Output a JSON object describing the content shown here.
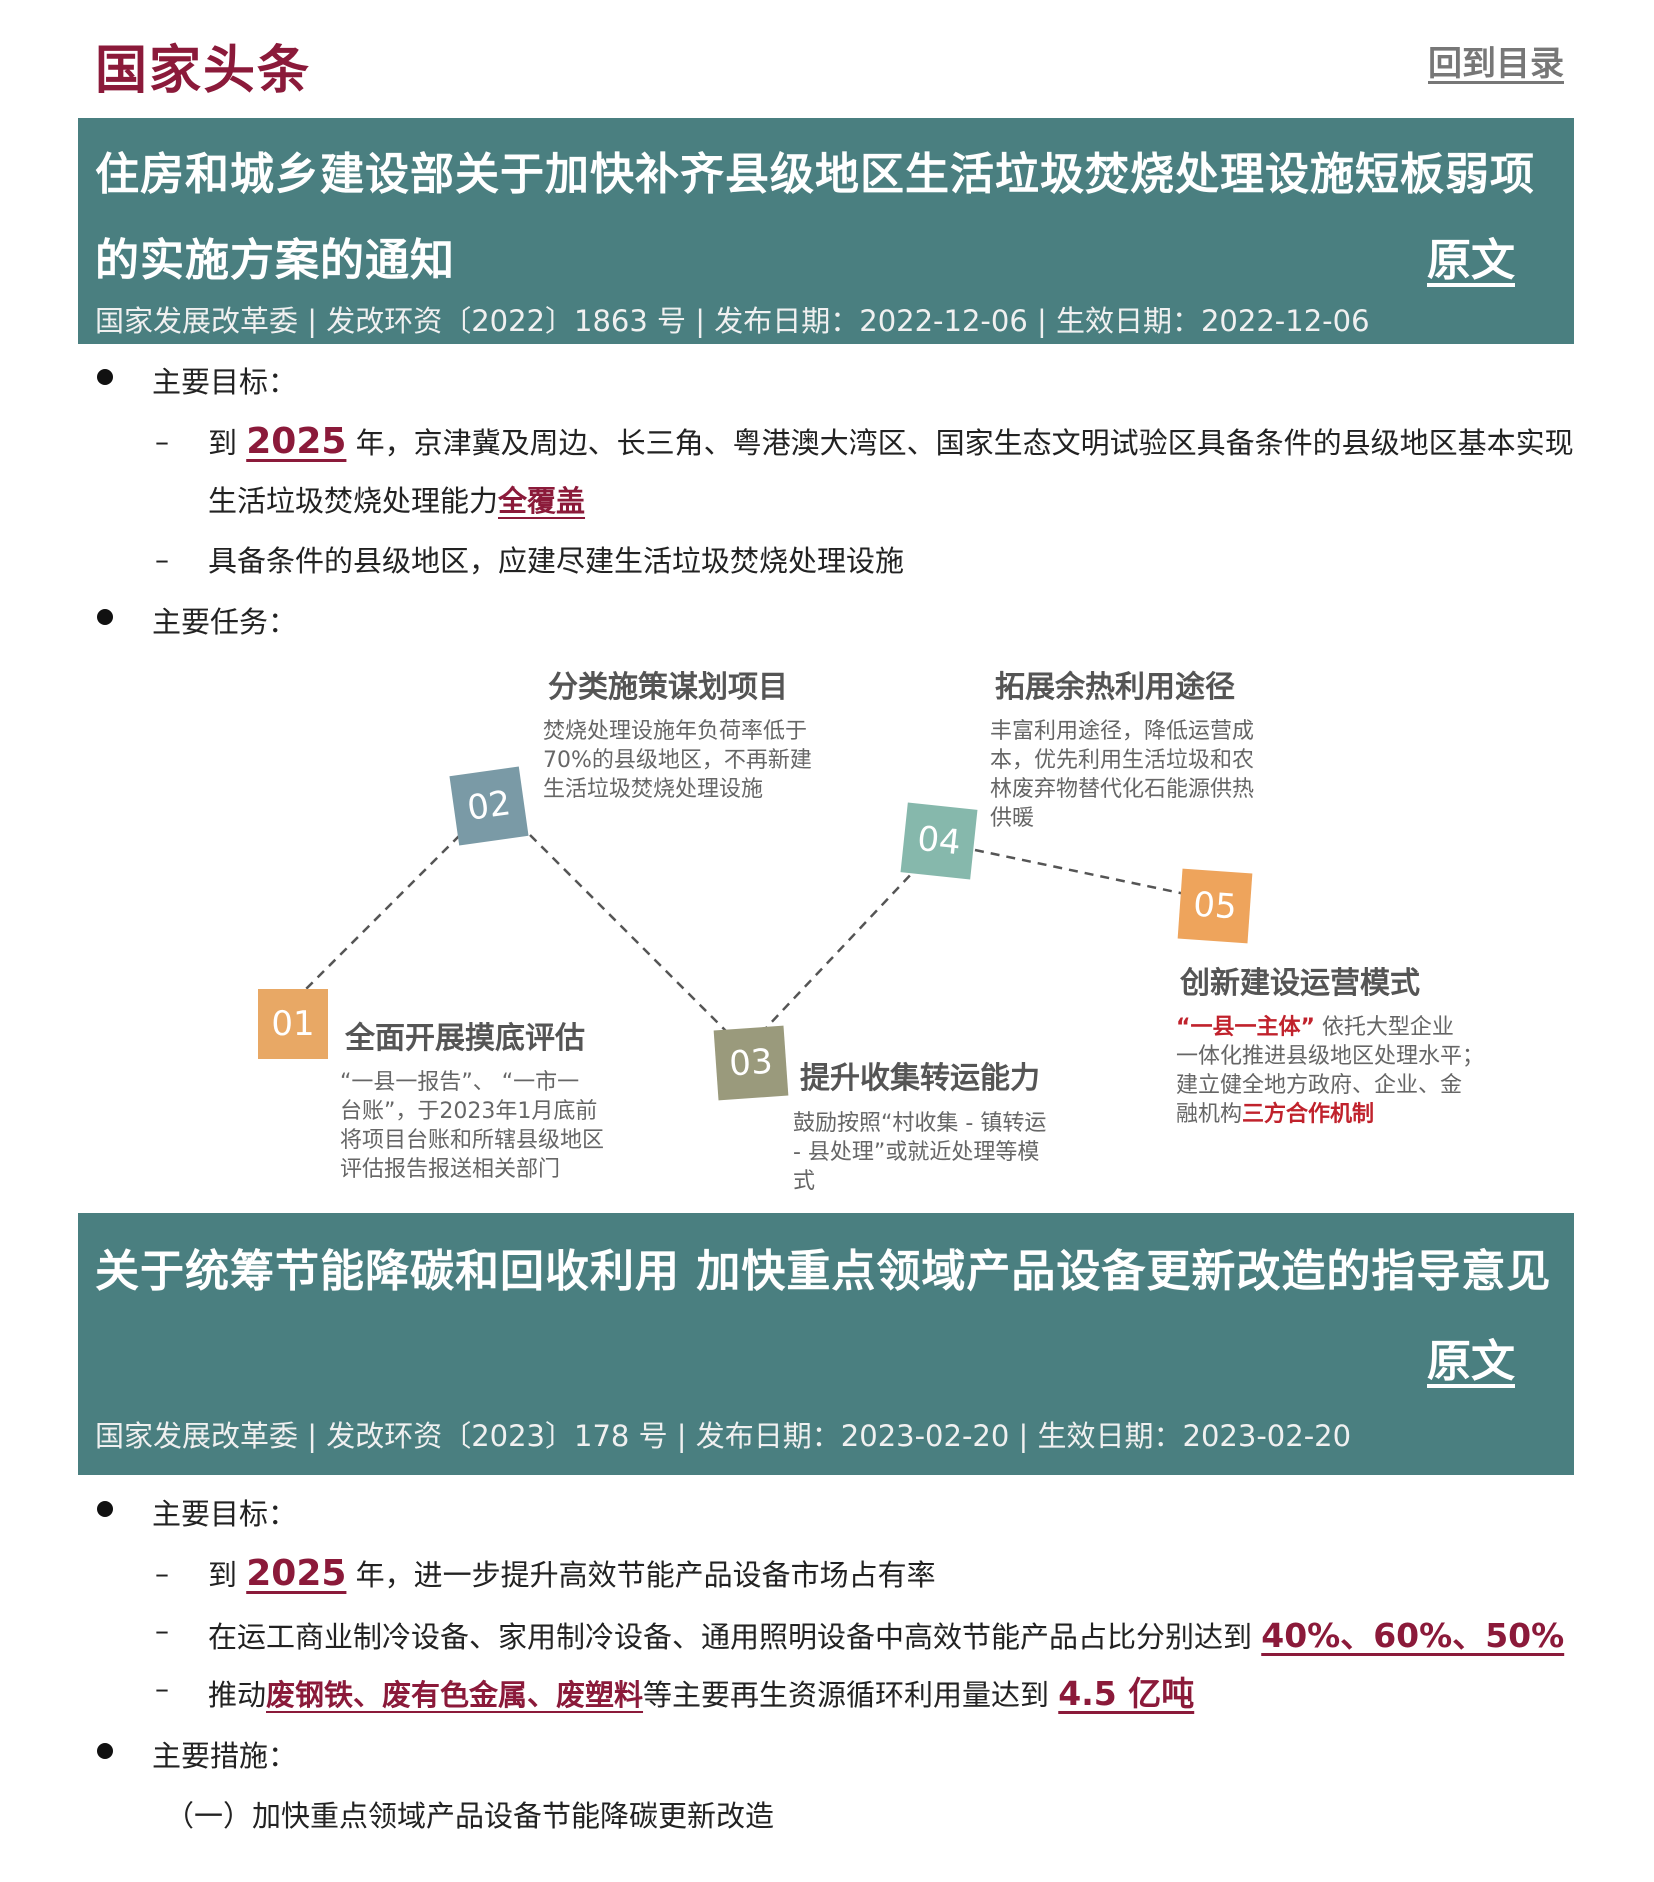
{
  "header": {
    "title": "国家头条",
    "back_link": "回到目录"
  },
  "doc1": {
    "title_line1": "住房和城乡建设部关于加快补齐县级地区生活垃圾焚烧处理设施短板弱项",
    "title_line2": "的实施方案的通知",
    "original_link": "原文",
    "meta": "国家发展改革委 | 发改环资〔2022〕1863 号 | 发布日期：2022-12-06 | 生效日期：2022-12-06",
    "goals_label": "主要目标：",
    "goal1_pre": "到 ",
    "goal1_year": "2025",
    "goal1_mid": " 年，京津冀及周边、长三角、粤港澳大湾区、国家生态文明试验区具备条件的县级地区基本实现",
    "goal1_line2_pre": "生活垃圾焚烧处理能力",
    "goal1_highlight": "全覆盖",
    "goal2": "具备条件的县级地区，应建尽建生活垃圾焚烧处理设施",
    "tasks_label": "主要任务：",
    "steps": [
      {
        "num": "01",
        "title": "全面开展摸底评估",
        "desc": [
          "“一县一报告”、 “一市一",
          "台账”，于2023年1月底前",
          "将项目台账和所辖县级地区",
          "评估报告报送相关部门"
        ]
      },
      {
        "num": "02",
        "title": "分类施策谋划项目",
        "desc": [
          "焚烧处理设施年负荷率低于",
          "70%的县级地区，不再新建",
          "生活垃圾焚烧处理设施"
        ]
      },
      {
        "num": "03",
        "title": "提升收集转运能力",
        "desc": [
          "鼓励按照“村收集 - 镇转运",
          " - 县处理”或就近处理等模",
          "式"
        ]
      },
      {
        "num": "04",
        "title": "拓展余热利用途径",
        "desc": [
          "丰富利用途径，降低运营成",
          "本，优先利用生活垃圾和农",
          "林废弃物替代化石能源供热",
          "供暖"
        ]
      },
      {
        "num": "05",
        "title": "创新建设运营模式",
        "desc_red1": "“一县一主体”",
        "desc_l1": "依托大型企业",
        "desc_l2": "一体化推进县级地区处理水平；",
        "desc_l3": "建立健全地方政府、企业、金",
        "desc_l4_pre": "融机构",
        "desc_red2": "三方合作机制"
      }
    ],
    "colors": {
      "01": "#e8a865",
      "02": "#7a9aa6",
      "03": "#9a9a7c",
      "04": "#86b8ac",
      "05": "#eea45c"
    }
  },
  "doc2": {
    "title_line1": "关于统筹节能降碳和回收利用  加快重点领域产品设备更新改造的指导意见",
    "original_link": "原文",
    "meta": "国家发展改革委 | 发改环资〔2023〕178 号 | 发布日期：2023-02-20 | 生效日期：2023-02-20",
    "goals_label": "主要目标：",
    "goal1_pre": "到 ",
    "goal1_year": "2025",
    "goal1_post": " 年，进一步提升高效节能产品设备市场占有率",
    "goal2_pre": "在运工商业制冷设备、家用制冷设备、通用照明设备中高效节能产品占比分别达到 ",
    "goal2_hl": "40%、60%、50%",
    "goal3_pre": "推动",
    "goal3_hl": "废钢铁、废有色金属、废塑料",
    "goal3_mid": "等主要再生资源循环利用量达到 ",
    "goal3_hl2": "4.5 亿吨",
    "measures_label": "主要措施：",
    "measure1": "（一）加快重点领域产品设备节能降碳更新改造"
  },
  "banner_color": "#4a7f80",
  "accent_color": "#8b1a3a"
}
